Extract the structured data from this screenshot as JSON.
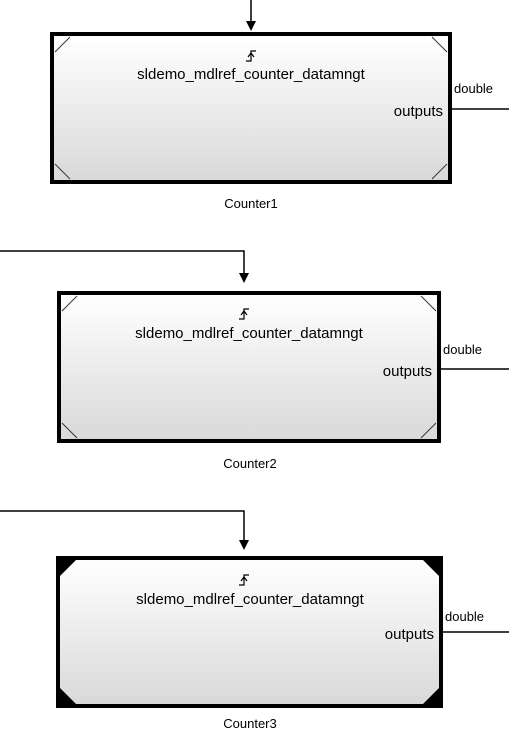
{
  "diagram": {
    "blocks": [
      {
        "name": "Counter1",
        "model": "sldemo_mdlref_counter_datamngt",
        "port_label": "outputs",
        "signal_label": "double",
        "corner_style": "open",
        "trigger_symbol": "⏚"
      },
      {
        "name": "Counter2",
        "model": "sldemo_mdlref_counter_datamngt",
        "port_label": "outputs",
        "signal_label": "double",
        "corner_style": "open",
        "trigger_symbol": "⏚"
      },
      {
        "name": "Counter3",
        "model": "sldemo_mdlref_counter_datamngt",
        "port_label": "outputs",
        "signal_label": "double",
        "corner_style": "filled",
        "trigger_symbol": "⏚"
      }
    ]
  }
}
